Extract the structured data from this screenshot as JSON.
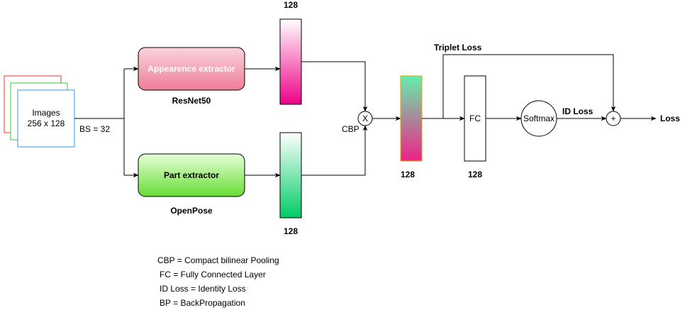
{
  "input": {
    "title": "Images",
    "size": "256 x 128",
    "batch": "BS = 32"
  },
  "appearance": {
    "label": "Appearence extractor",
    "backbone": "ResNet50",
    "dim": "128"
  },
  "part": {
    "label": "Part extractor",
    "backbone": "OpenPose",
    "dim": "128"
  },
  "cbp": {
    "symbol": "X",
    "label": "CBP"
  },
  "fused": {
    "dim": "128"
  },
  "fc": {
    "label": "FC",
    "dim": "128"
  },
  "softmax": {
    "label": "Softmax"
  },
  "triplet_loss": "Triplet Loss",
  "id_loss": "ID Loss",
  "sum": {
    "symbol": "+"
  },
  "output": "Loss",
  "legend": [
    "CBP = Compact bilinear Pooling",
    "FC = Fully Connected Layer",
    "ID Loss = Identity Loss",
    "BP = BackPropagation"
  ],
  "colors": {
    "appearance_box_top": "#f9d4dc",
    "appearance_box_bottom": "#f07d97",
    "part_box_top": "#e8ffd9",
    "part_box_bottom": "#66dd33",
    "pink_feature_top": "#ffffff",
    "pink_feature_bottom": "#ee0088",
    "green_feature_top": "#ffffff",
    "green_feature_bottom": "#00cc66",
    "fused_top": "#66eeaa",
    "fused_bottom": "#ee2288",
    "fused_border": "#ddaa00",
    "image_frame_red": "#ee3333",
    "image_frame_green": "#33cc33",
    "image_frame_blue": "#3399dd"
  }
}
